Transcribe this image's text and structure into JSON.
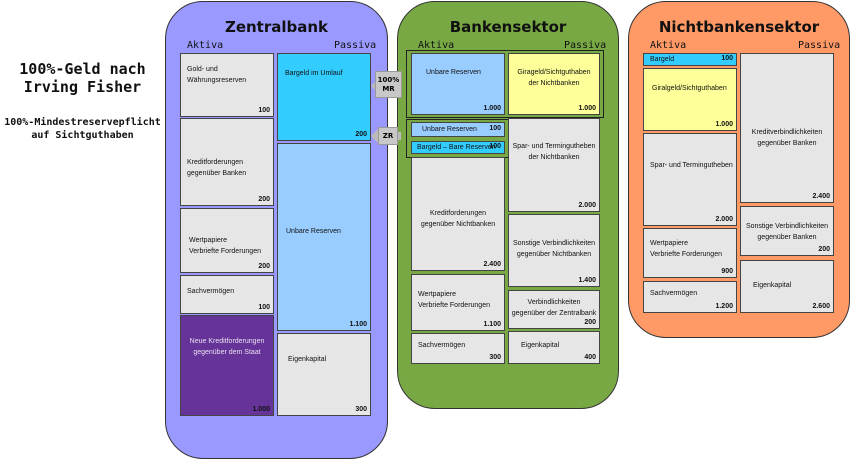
{
  "title": {
    "line1": "100%-Geld nach",
    "line2": "Irving Fisher"
  },
  "subtitle": {
    "line1": "100%-Mindestreservepflicht",
    "line2": "auf Sichtguthaben"
  },
  "column_labels": {
    "aktiva": "Aktiva",
    "passiva": "Passiva"
  },
  "colors": {
    "zentralbank": "#9999ff",
    "bankensektor": "#77a844",
    "nichtbanken": "#ff9966",
    "cyan": "#33ccff",
    "yellow": "#ffff99",
    "lightblue": "#99ccff",
    "purple": "#663399",
    "gray": "#e6e6e6"
  },
  "zentralbank": {
    "title": "Zentralbank",
    "aktiva": [
      {
        "label": "Gold- und Währungsreserven",
        "value": "100"
      },
      {
        "label": "Kreditforderungen gegenüber Banken",
        "value": "200"
      },
      {
        "label_l1": "Wertpapiere",
        "label_l2": "Verbriefte Forderungen",
        "value": "200"
      },
      {
        "label": "Sachvermögen",
        "value": "100"
      },
      {
        "label_l1": "Neue Kreditforderungen",
        "label_l2": "gegenüber dem Staat",
        "value": "1.000"
      }
    ],
    "passiva": [
      {
        "label": "Bargeld im Umlauf",
        "value": "200"
      },
      {
        "label": "Unbare Reserven",
        "value": "1.100"
      },
      {
        "label": "Eigenkapital",
        "value": "300"
      }
    ]
  },
  "connectors": {
    "mr_l1": "100%",
    "mr_l2": "MR",
    "zr": "ZR"
  },
  "bankensektor": {
    "title": "Bankensektor",
    "aktiva": [
      {
        "label": "Unbare Reserven",
        "value": "1.000"
      },
      {
        "label": "Unbare Reserven",
        "value": "100"
      },
      {
        "label": "Bargeld – Bare Reserven",
        "value": "100"
      },
      {
        "label_l1": "Kreditforderungen",
        "label_l2": "gegenüber Nichtbanken",
        "value": "2.400"
      },
      {
        "label_l1": "Wertpapiere",
        "label_l2": "Verbriefte Forderungen",
        "value": "1.100"
      },
      {
        "label": "Sachvermögen",
        "value": "300"
      }
    ],
    "passiva": [
      {
        "label_l1": "Girageld/Sichtguthaben",
        "label_l2": "der Nichtbanken",
        "value": "1.000"
      },
      {
        "label_l1": "Spar- und Termingutheben",
        "label_l2": "der Nichtbanken",
        "value": "2.000"
      },
      {
        "label_l1": "Sonstige Verbindlichkeiten",
        "label_l2": "gegenüber Nichtbanken",
        "value": "1.400"
      },
      {
        "label_l1": "Verbindlichkeiten",
        "label_l2": "gegenüber der Zentralbank",
        "value": "200"
      },
      {
        "label": "Eigenkapital",
        "value": "400"
      }
    ]
  },
  "nichtbanken": {
    "title": "Nichtbankensektor",
    "aktiva": [
      {
        "label": "Bargeld",
        "value": "100"
      },
      {
        "label": "Giralgeld/Sichtguthaben",
        "value": "1.000"
      },
      {
        "label": "Spar- und Termingutheben",
        "value": "2.000"
      },
      {
        "label_l1": "Wertpapiere",
        "label_l2": "Verbriefte Forderungen",
        "value": "900"
      },
      {
        "label": "Sachvermögen",
        "value": "1.200"
      }
    ],
    "passiva": [
      {
        "label_l1": "Kreditverbindlichkeiten",
        "label_l2": "gegenüber Banken",
        "value": "2.400"
      },
      {
        "label_l1": "Sonstige Verbindlichkeiten",
        "label_l2": "gegenüber Banken",
        "value": "200"
      },
      {
        "label": "Eigenkapital",
        "value": "2.600"
      }
    ]
  }
}
